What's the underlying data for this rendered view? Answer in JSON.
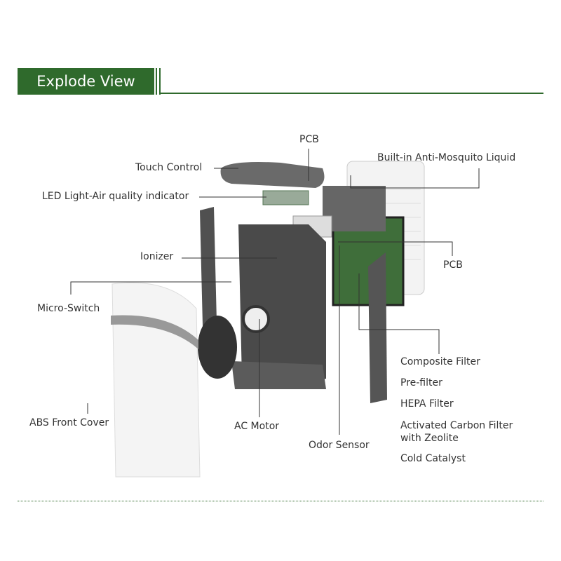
{
  "header": {
    "title": "Explode View"
  },
  "labels": {
    "pcb_top": "PCB",
    "anti_mosquito": "Built-in Anti-Mosquito Liquid",
    "touch_control": "Touch Control",
    "led_light": "LED Light-Air quality indicator",
    "ionizer": "Ionizer",
    "pcb_right": "PCB",
    "micro_switch": "Micro-Switch",
    "abs_front_cover": "ABS Front Cover",
    "ac_motor": "AC Motor",
    "odor_sensor": "Odor Sensor"
  },
  "filters": [
    "Composite Filter",
    "Pre-filter",
    "HEPA Filter",
    "Activated Carbon Filter\nwith Zeolite",
    "Cold Catalyst"
  ],
  "colors": {
    "brand": "#2f6a2c"
  }
}
